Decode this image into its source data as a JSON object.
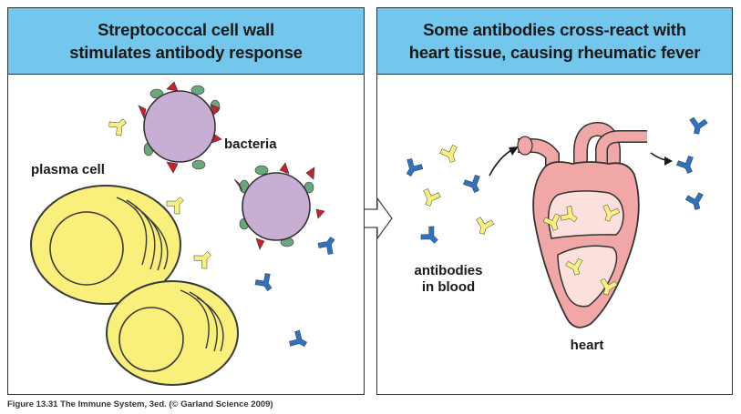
{
  "left_panel": {
    "title_lines": [
      "Streptococcal cell wall",
      "stimulates antibody response"
    ],
    "labels": {
      "bacteria": "bacteria",
      "plasma_cell": "plasma cell"
    }
  },
  "right_panel": {
    "title_lines": [
      "Some antibodies cross-react with",
      "heart tissue, causing rheumatic fever"
    ],
    "labels": {
      "antibodies_line1": "antibodies",
      "antibodies_line2": "in blood",
      "heart": "heart"
    }
  },
  "caption": "Figure 13.31 The Immune System, 3ed. (© Garland Science 2009)",
  "colors": {
    "header": "#73c6ec",
    "plasma_cell": "#f8f07a",
    "bacteria": "#c9aed3",
    "bacteria_red_spike": "#cc1f2e",
    "bacteria_green_bump": "#6aa67e",
    "antibody_yellow": "#f6f07c",
    "antibody_blue": "#2f73c0",
    "heart_fill": "#f2a7a7",
    "heart_inner": "#fbe0de"
  }
}
